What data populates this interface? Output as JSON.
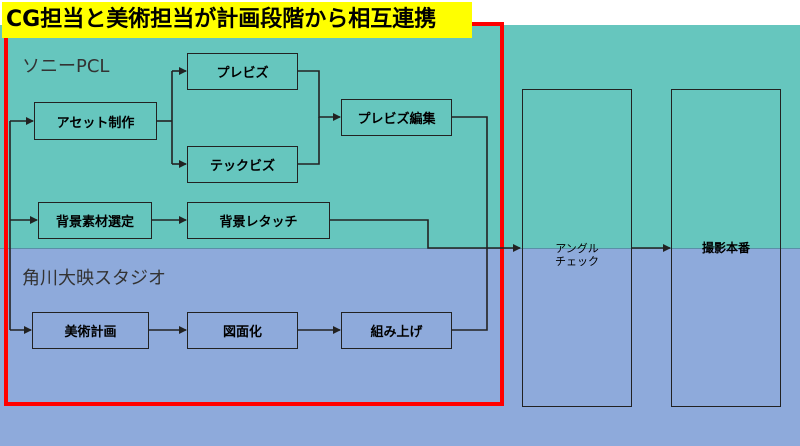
{
  "headline": "CG担当と美術担当が計画段階から相互連携",
  "groups": {
    "top": "ソニーPCL",
    "bottom": "角川大映スタジオ"
  },
  "nodes": {
    "asset": "アセット制作",
    "previs": "プレビズ",
    "techvis": "テックビズ",
    "previs_edit": "プレビズ編集",
    "bg_select": "背景素材選定",
    "bg_retouch": "背景レタッチ",
    "art_plan": "美術計画",
    "drafting": "図面化",
    "assembly": "組み上げ",
    "angle_check": "アングル\nチェック",
    "shooting": "撮影本番"
  },
  "colors": {
    "top_band": "#66c6be",
    "bottom_band": "#8eaadb",
    "frame": "#ff0000",
    "headline_bg": "#ffff00"
  }
}
